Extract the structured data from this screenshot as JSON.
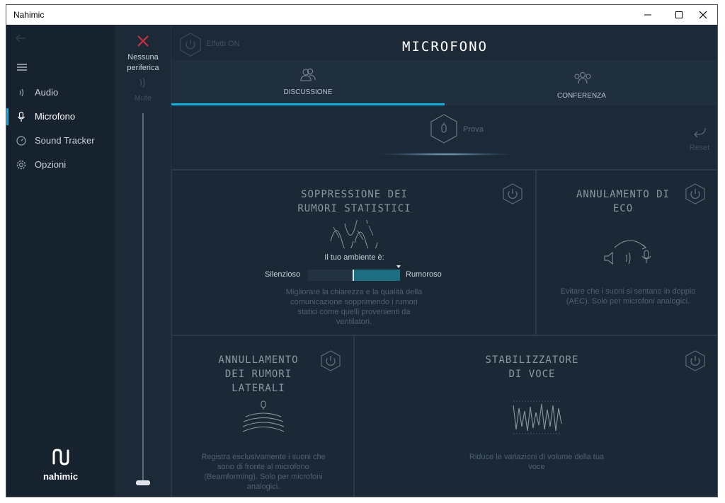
{
  "window": {
    "title": "Nahimic"
  },
  "sidebar": {
    "items": [
      {
        "label": "Audio",
        "icon": "speaker-icon"
      },
      {
        "label": "Microfono",
        "icon": "microphone-icon",
        "active": true
      },
      {
        "label": "Sound Tracker",
        "icon": "compass-icon"
      },
      {
        "label": "Opzioni",
        "icon": "gear-icon"
      }
    ],
    "logo_text": "nahimic"
  },
  "device": {
    "status": "Nessuna periferica",
    "mute_label": "Mute"
  },
  "header": {
    "effects_label": "Effetti ON",
    "page_title": "MICROFONO"
  },
  "tabs": [
    {
      "label": "DISCUSSIONE",
      "active": true
    },
    {
      "label": "CONFERENZA",
      "active": false
    }
  ],
  "test": {
    "label": "Prova",
    "reset_label": "Reset"
  },
  "panels": {
    "noise": {
      "title": "SOPPRESSIONE DEI\nRUMORI STATISTICI",
      "env_label": "Il tuo ambiente è:",
      "min_label": "Silenzioso",
      "max_label": "Rumoroso",
      "level": 0.5,
      "desc": "Migliorare la chiarezza e la qualità della comunicazione sopprimendo i rumori statici come quelli provenienti da ventilatori."
    },
    "echo": {
      "title": "ANNULAMENTO DI\nECO",
      "desc": "Evitare che i suoni si sentano in doppio (AEC). Solo per microfoni analogici."
    },
    "lateral": {
      "title": "ANNULLAMENTO\nDEI RUMORI\nLATERALI",
      "desc": "Registra esclusivamente i suoni che sono di fronte al microfono (Beamforming). Solo per microfoni analogici."
    },
    "voice": {
      "title": "STABILIZZATORE\nDI VOCE",
      "desc": "Riduce le variazioni di volume della tua voce"
    }
  },
  "colors": {
    "accent": "#00b4e6",
    "slider_fill": "#1e6e82",
    "background": "#1b2a3a"
  }
}
